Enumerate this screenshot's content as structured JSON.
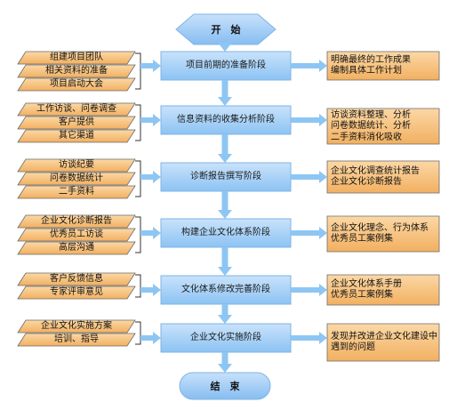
{
  "start_label": "开　始",
  "end_label": "结　束",
  "stages": [
    {
      "title": "项目前期的准备阶段",
      "inputs": [
        "组建项目团队",
        "相关资料的准备",
        "项目启动大会"
      ],
      "outputs": [
        "明确最终的工作成果",
        "编制具体工作计划"
      ]
    },
    {
      "title": "信息资料的收集分析阶段",
      "inputs": [
        "工作访谈、问卷调查",
        "客户提供",
        "其它渠道"
      ],
      "outputs": [
        "访谈资料整理、分析",
        "问卷数据统计、分析",
        "二手资料消化吸收"
      ]
    },
    {
      "title": "诊断报告撰写阶段",
      "inputs": [
        "访谈纪要",
        "问卷数据统计",
        "二手资料"
      ],
      "outputs": [
        "企业文化调查统计报告",
        "企业文化诊断报告"
      ]
    },
    {
      "title": "构建企业文化体系阶段",
      "inputs": [
        "企业文化诊断报告",
        "优秀员工访谈",
        "高层沟通"
      ],
      "outputs": [
        "企业文化理念、行为体系",
        "优秀员工案例集"
      ]
    },
    {
      "title": "文化体系修改完善阶段",
      "inputs": [
        "客户反馈信息",
        "专家评审意见"
      ],
      "outputs": [
        "企业文化体系手册",
        "优秀员工案例集"
      ]
    },
    {
      "title": "企业文化实施阶段",
      "inputs": [
        "企业文化实施方案",
        "培训、指导"
      ],
      "outputs": [
        "发现并改进企业文化建设中",
        "遇到的问题"
      ]
    }
  ]
}
